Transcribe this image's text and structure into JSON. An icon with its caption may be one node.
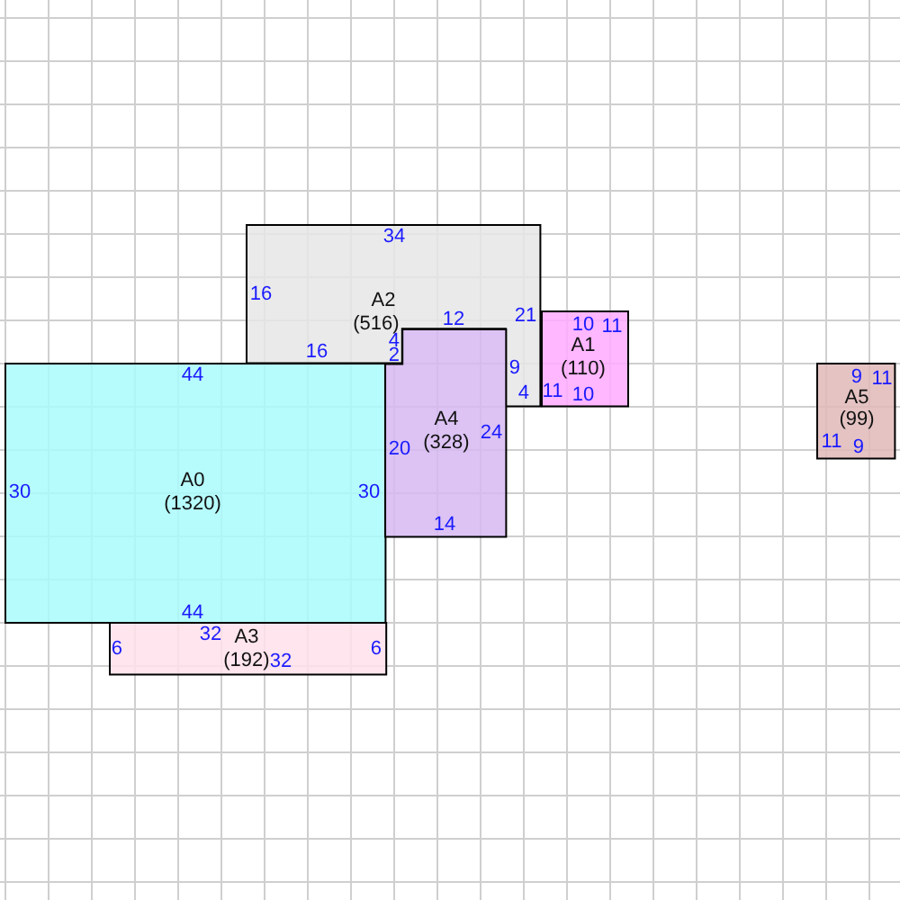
{
  "diagram": {
    "nodes": [
      {
        "text": [
          "A0",
          "(1320)",
          "44",
          "30",
          "30",
          "44"
        ]
      },
      {
        "text": [
          "A1",
          "(110)",
          "10",
          "11",
          "11",
          "10"
        ]
      },
      {
        "text": [
          "A2",
          "(516)",
          "34",
          "16",
          "21",
          "12",
          "16",
          "4",
          "9",
          "2",
          "4"
        ]
      },
      {
        "text": [
          "A3",
          "(192)",
          "32",
          "6",
          "6",
          "32"
        ]
      },
      {
        "text": [
          "A4",
          "(328)",
          "20",
          "24",
          "14"
        ]
      },
      {
        "text": [
          "A5",
          "(99)",
          "9",
          "11",
          "11",
          "9"
        ]
      }
    ]
  }
}
